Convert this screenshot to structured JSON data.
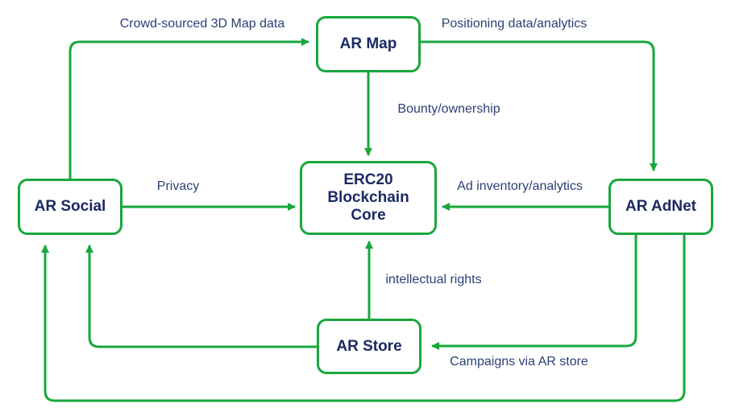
{
  "diagram": {
    "type": "flow-diagram",
    "colors": {
      "line": "#17a73c",
      "node_border": "#17a73c",
      "node_fill": "#ffffff",
      "node_text": "#1a2a64",
      "label_text": "#2c4077",
      "background": "#ffffff"
    },
    "nodes": [
      {
        "id": "ar-map",
        "label": "AR Map"
      },
      {
        "id": "ar-social",
        "label": "AR Social"
      },
      {
        "id": "erc20-core",
        "label": "ERC20 Blockchain Core"
      },
      {
        "id": "ar-adnet",
        "label": "AR AdNet"
      },
      {
        "id": "ar-store",
        "label": "AR Store"
      }
    ],
    "edges": [
      {
        "from": "AR Social",
        "to": "AR Map",
        "label": "Crowd-sourced 3D Map data"
      },
      {
        "from": "AR Map",
        "to": "AR AdNet",
        "label": "Positioning data/analytics"
      },
      {
        "from": "AR Map",
        "to": "ERC20 Blockchain Core",
        "label": "Bounty/ownership"
      },
      {
        "from": "AR Social",
        "to": "ERC20 Blockchain Core",
        "label": "Privacy"
      },
      {
        "from": "AR AdNet",
        "to": "ERC20 Blockchain Core",
        "label": "Ad inventory/analytics"
      },
      {
        "from": "AR Store",
        "to": "ERC20 Blockchain Core",
        "label": "intellectual rights"
      },
      {
        "from": "AR AdNet",
        "to": "AR Store",
        "label": "Campaigns via AR store"
      },
      {
        "from": "AR Store",
        "to": "AR Social",
        "label": ""
      },
      {
        "from": "AR AdNet",
        "to": "AR Social",
        "label": ""
      }
    ]
  }
}
